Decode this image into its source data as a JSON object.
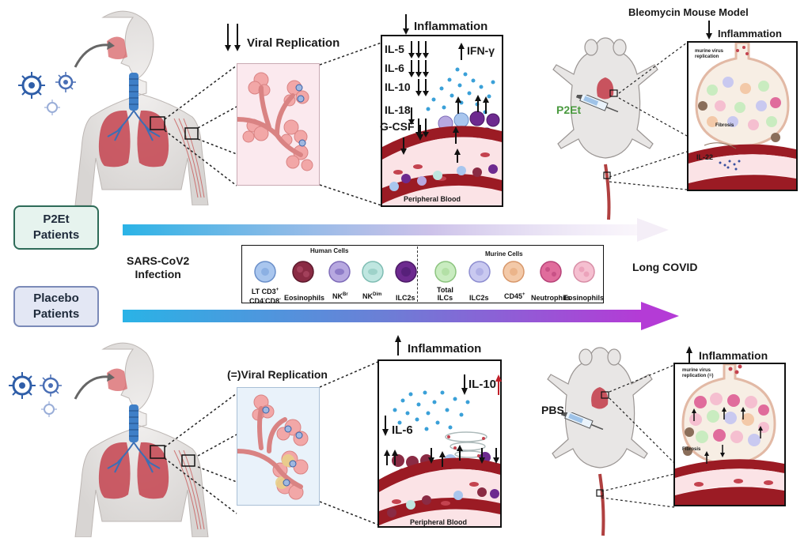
{
  "top": {
    "viral_replication": "Viral Replication",
    "inflammation": "Inflammation",
    "cytokines": [
      "IL-5",
      "IL-6",
      "IL-10",
      "IL-18",
      "G-CSF"
    ],
    "ifn_label": "IFN-γ",
    "peripheral_blood": "Peripheral Blood"
  },
  "mouse_top": {
    "model_title": "Bleomycin Mouse Model",
    "inflammation": "Inflammation",
    "treatment": "P2Et",
    "murine_virus": "murine virus replication",
    "fibrosis": "Fibrosis",
    "il22": "IL-22"
  },
  "middle": {
    "p2et_patients": "P2Et\nPatients",
    "placebo_patients": "Placebo\nPatients",
    "infection": "SARS-CoV2\nInfection",
    "long_covid": "Long COVID"
  },
  "legend": {
    "human_title": "Human Cells",
    "murine_title": "Murine Cells",
    "human_cells": [
      {
        "label_main": "LT CD3",
        "sup1": "+",
        "line2": "CD4",
        "sup2": "-",
        "line2b": "CD8",
        "sup3": "-",
        "color": "#a9c6ee"
      },
      {
        "label": "Eosinophils",
        "color": "#8a2b44"
      },
      {
        "label_main": "NK",
        "sup1": "Br",
        "color": "#b7a8e0"
      },
      {
        "label_main": "NK",
        "sup1": "Dim",
        "color": "#bfe6e0"
      },
      {
        "label": "ILC2s",
        "color": "#6d2a8f"
      }
    ],
    "murine_cells": [
      {
        "label": "Total\nILCs",
        "color": "#c9ecc0"
      },
      {
        "label": "ILC2s",
        "color": "#c9c9f0"
      },
      {
        "label_main": "CD45",
        "sup1": "+",
        "color": "#f3c9a8"
      },
      {
        "label": "Neutrophils",
        "color": "#e06c9c"
      },
      {
        "label": "Eosinophils",
        "color": "#f5bfd0"
      }
    ]
  },
  "bottom": {
    "viral_replication": "(=)Viral Replication",
    "inflammation": "Inflammation",
    "il6": "IL-6",
    "il10": "IL-10",
    "peripheral_blood": "Peripheral Blood"
  },
  "mouse_bottom": {
    "treatment": "PBS",
    "inflammation": "Inflammation",
    "murine_virus": "murine virus replication (=)",
    "fibrosis": "Fibrosis"
  },
  "colors": {
    "p2et_green": "#4a9a3f",
    "arrow_cyan": "#2ab3e6",
    "arrow_purple": "#b43bd6",
    "lung_red": "#c4434f",
    "vessel_red": "#9b1b24",
    "up_red": "#c0202a"
  },
  "icons": [
    "lung-icon",
    "virus-icon",
    "mouse-icon",
    "syringe-icon",
    "alveoli-icon",
    "blood-vessel-icon",
    "cell-icon"
  ]
}
